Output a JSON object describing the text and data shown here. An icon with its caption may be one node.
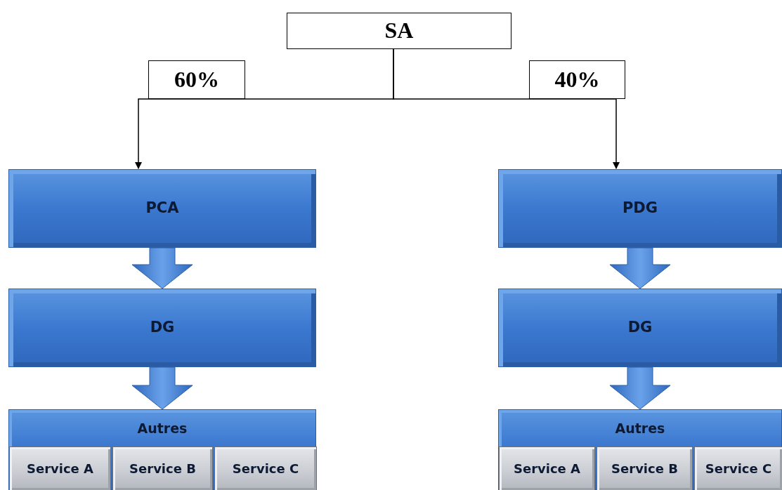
{
  "diagram": {
    "nodes": [
      {
        "text": [
          "SA"
        ]
      },
      {
        "text": [
          "60%"
        ]
      },
      {
        "text": [
          "40%"
        ]
      },
      {
        "text": [
          "PCA"
        ]
      },
      {
        "text": [
          "DG"
        ]
      },
      {
        "text": [
          "Autres"
        ]
      },
      {
        "text": [
          "Service A"
        ],
        "in": 5
      },
      {
        "text": [
          "Service B"
        ],
        "in": 5
      },
      {
        "text": [
          "Service C"
        ],
        "in": 5
      },
      {
        "text": [
          "PDG"
        ]
      },
      {
        "text": [
          "DG"
        ]
      },
      {
        "text": [
          "Autres"
        ]
      },
      {
        "text": [
          "Service A"
        ],
        "in": 11
      },
      {
        "text": [
          "Service B"
        ],
        "in": 11
      },
      {
        "text": [
          "Service C"
        ],
        "in": 11
      }
    ],
    "edges": [
      {
        "from": 0,
        "to": 3,
        "arrow": "to"
      },
      {
        "from": 0,
        "to": 9,
        "arrow": "to"
      },
      {
        "from": 3,
        "to": 4,
        "arrow": "to",
        "style": "thick"
      },
      {
        "from": 4,
        "to": 5,
        "arrow": "to",
        "style": "thick"
      },
      {
        "from": 9,
        "to": 10,
        "arrow": "to",
        "style": "thick"
      },
      {
        "from": 10,
        "to": 11,
        "arrow": "to",
        "style": "thick"
      }
    ]
  }
}
